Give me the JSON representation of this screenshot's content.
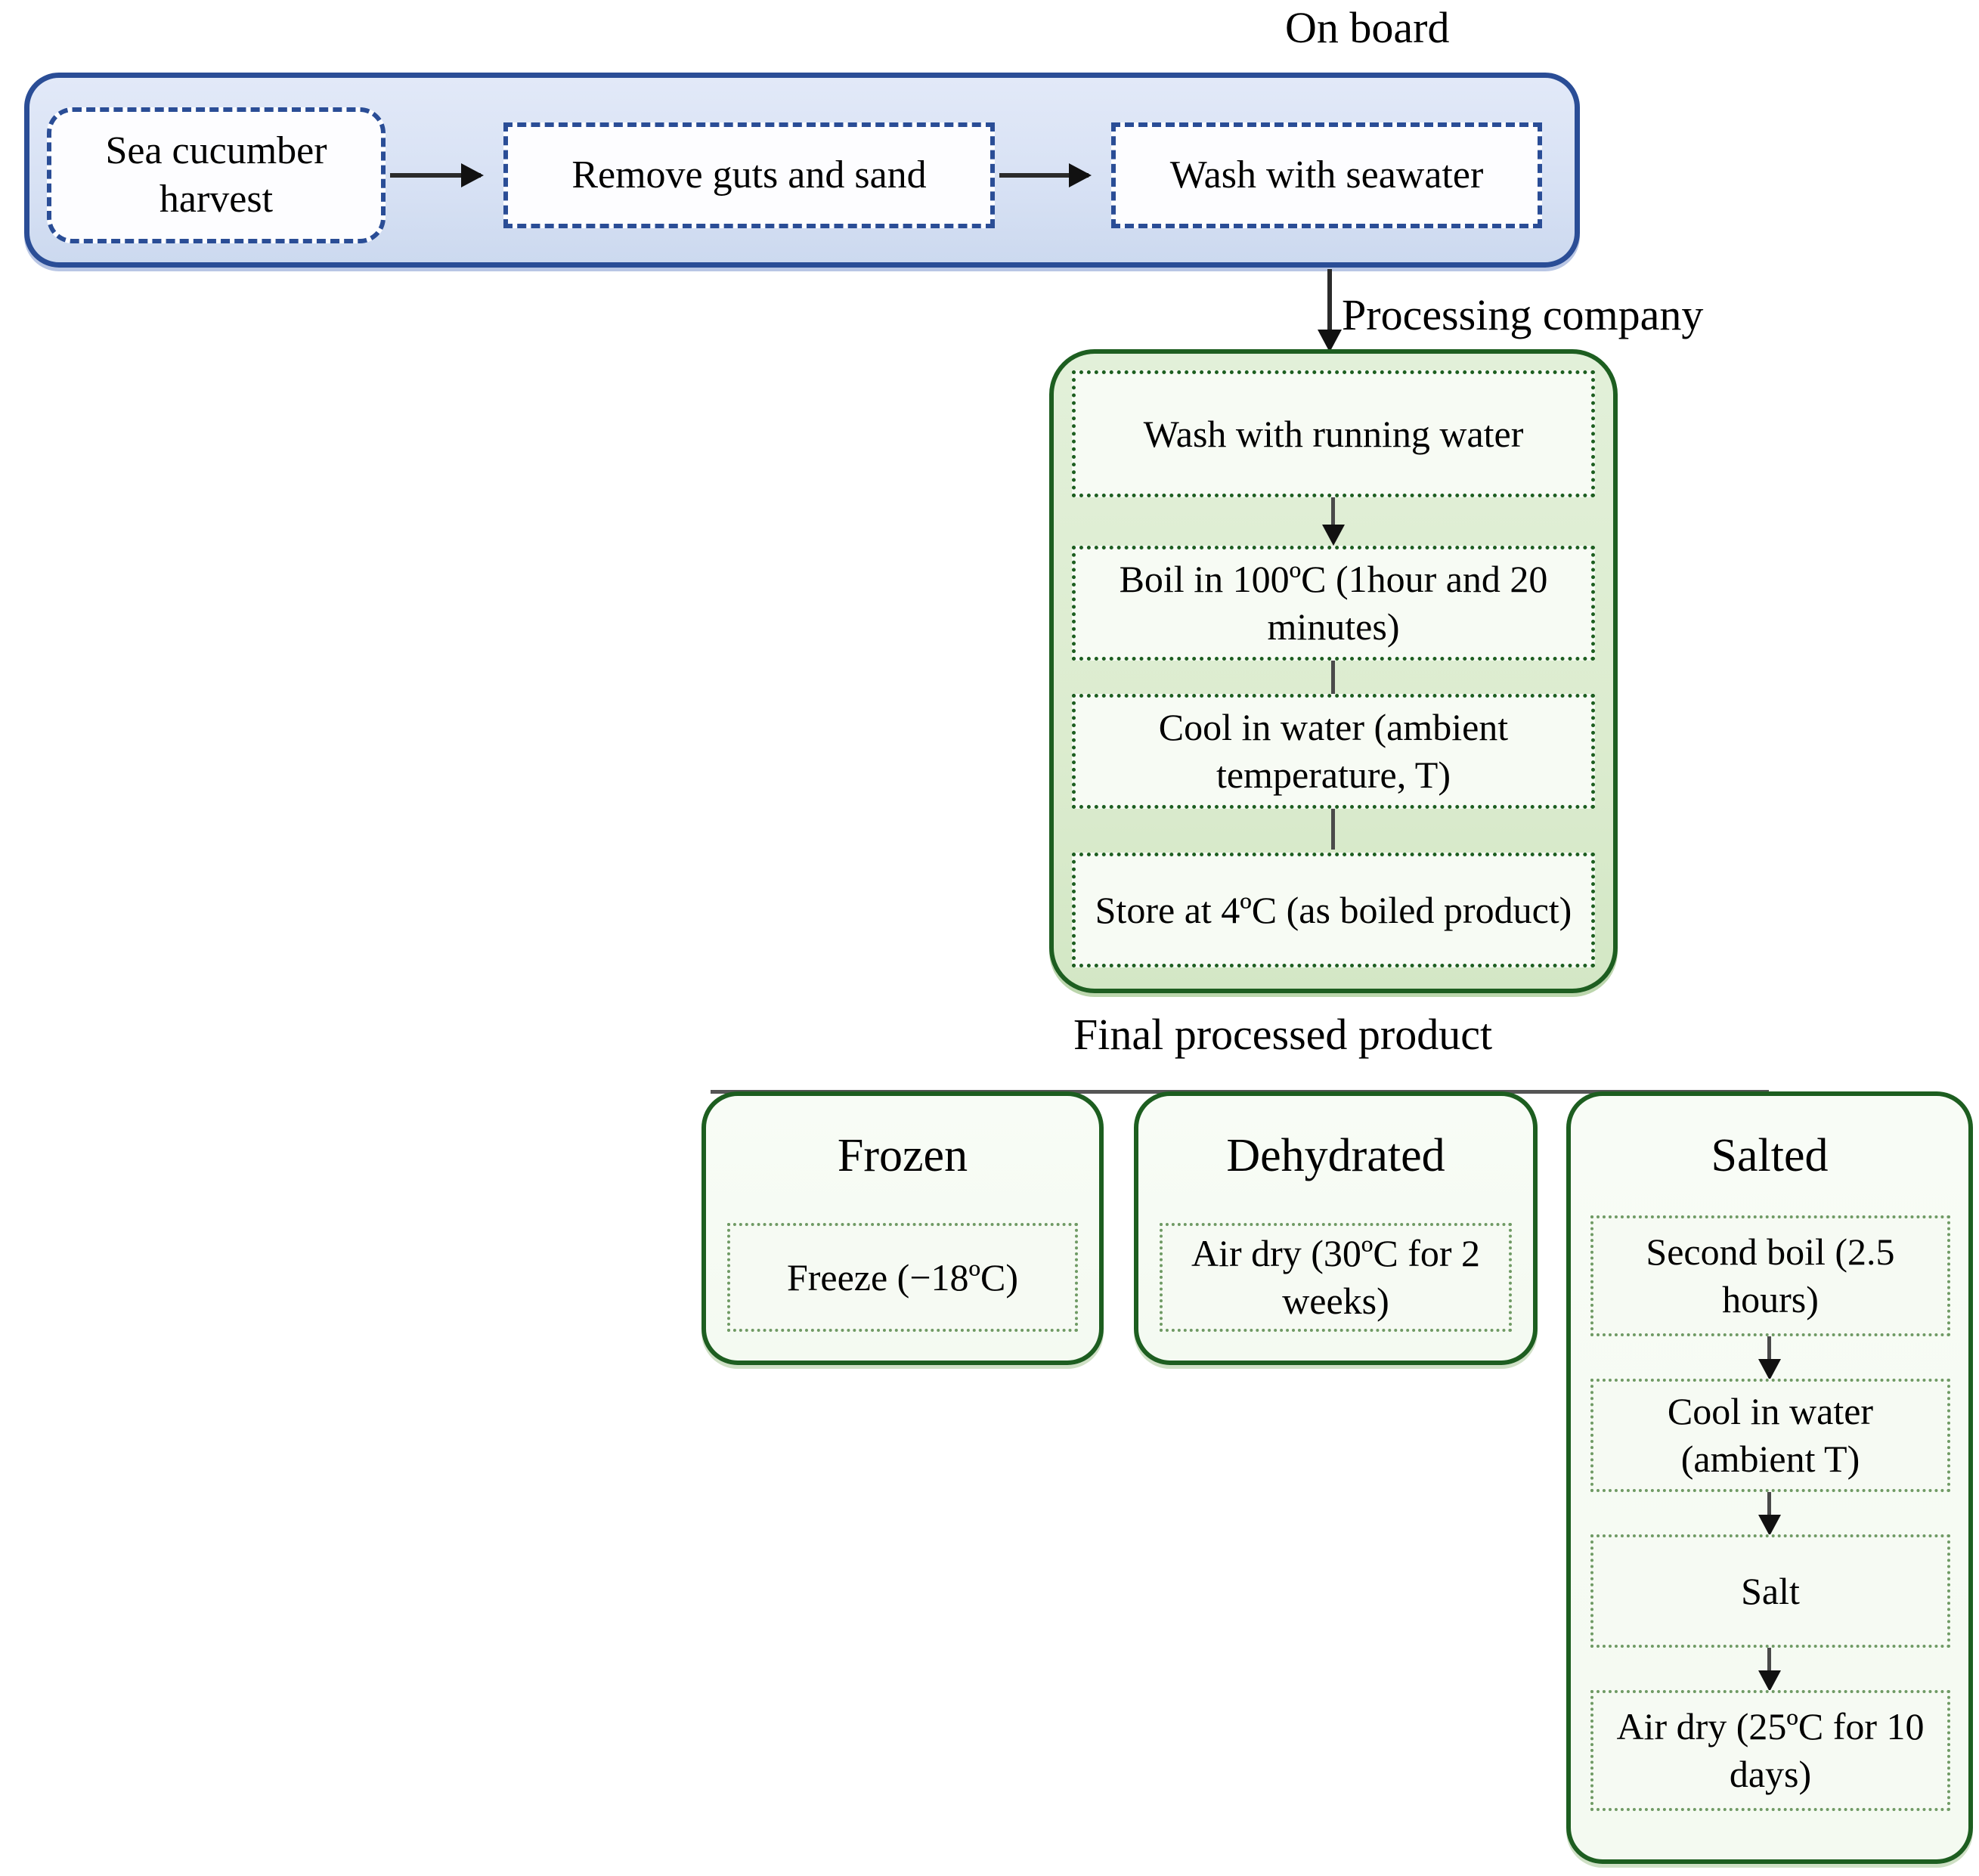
{
  "sections": {
    "onboard": {
      "caption": "On board",
      "steps": [
        {
          "label": "Sea cucumber harvest"
        },
        {
          "label": "Remove guts and sand"
        },
        {
          "label": "Wash with seawater"
        }
      ]
    },
    "processing": {
      "caption": "Processing company",
      "steps": [
        {
          "label": "Wash with running water"
        },
        {
          "label": "Boil in 100ºC (1hour and 20 minutes)"
        },
        {
          "label": "Cool in water (ambient temperature, T)"
        },
        {
          "label": "Store at 4ºC (as boiled product)"
        }
      ]
    },
    "final": {
      "caption": "Final processed product",
      "products": [
        {
          "title": "Frozen",
          "steps": [
            {
              "label": "Freeze (−18ºC)"
            }
          ]
        },
        {
          "title": "Dehydrated",
          "steps": [
            {
              "label": "Air dry (30ºC for 2 weeks)"
            }
          ]
        },
        {
          "title": "Salted",
          "steps": [
            {
              "label": "Second boil (2.5 hours)"
            },
            {
              "label": "Cool in water (ambient T)"
            },
            {
              "label": "Salt"
            },
            {
              "label": "Air dry (25ºC for 10 days)"
            }
          ]
        }
      ]
    }
  },
  "colors": {
    "onboard_border": "#2a4d96",
    "onboard_fill": "#dce4f5",
    "processing_border": "#1d5e20",
    "processing_fill": "#dcedcd",
    "inner_fill": "#f7fbf4",
    "connector": "#2b2b2b"
  }
}
